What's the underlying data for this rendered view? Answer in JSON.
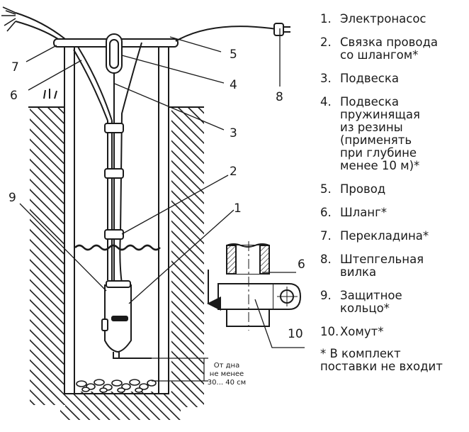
{
  "callouts": {
    "c1": "1",
    "c2": "2",
    "c3": "3",
    "c4": "4",
    "c5": "5",
    "c6": "6",
    "c7": "7",
    "c8": "8",
    "c9": "9",
    "c10": "10",
    "c6b": "6"
  },
  "depth_note": [
    "От дна",
    "не менее",
    "30... 40 см"
  ],
  "legend": [
    {
      "num": "1.",
      "text": "Электронасос"
    },
    {
      "num": "2.",
      "text": "Связка провода\nсо шлангом*"
    },
    {
      "num": "3.",
      "text": "Подвеска"
    },
    {
      "num": "4.",
      "text": "Подвеска\nпружинящая\nиз резины\n(применять\nпри глубине\nменее 10 м)*"
    },
    {
      "num": "5.",
      "text": "Провод"
    },
    {
      "num": "6.",
      "text": "Шланг*"
    },
    {
      "num": "7.",
      "text": "Перекладина*"
    },
    {
      "num": "8.",
      "text": "Штепгельная\nвилка"
    },
    {
      "num": "9.",
      "text": "Защитное\nкольцо*"
    },
    {
      "num": "10.",
      "text": "Хомут*"
    }
  ],
  "footnote": "* В комплект\nпоставки не входит"
}
